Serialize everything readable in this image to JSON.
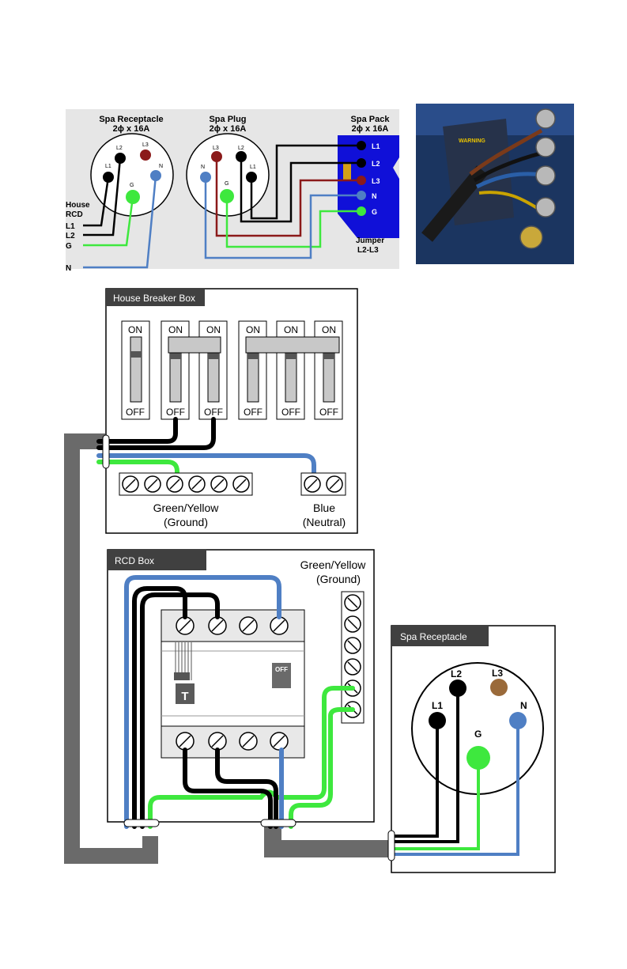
{
  "top_diagram": {
    "receptacle": {
      "title": "Spa Receptacle",
      "subtitle": "2ϕ x 16A",
      "pins": [
        "L1",
        "L2",
        "L3",
        "N",
        "G"
      ]
    },
    "plug": {
      "title": "Spa Plug",
      "subtitle": "2ϕ x 16A",
      "pins": [
        "L3",
        "L2",
        "L1",
        "N",
        "G"
      ]
    },
    "pack": {
      "title": "Spa Pack",
      "subtitle": "2ϕ x 16A",
      "terminals": [
        "L1",
        "L2",
        "L3",
        "N",
        "G"
      ]
    },
    "house_label_1": "House",
    "house_label_2": "RCD",
    "house_wires": [
      "L1",
      "L2",
      "G",
      "N"
    ],
    "jumper_label_1": "Jumper",
    "jumper_label_2": "L2-L3",
    "photo_warning": "WARNING"
  },
  "breaker_box": {
    "title": "House Breaker Box",
    "on_label": "ON",
    "off_label": "OFF",
    "ground_bar_label_1": "Green/Yellow",
    "ground_bar_label_2": "(Ground)",
    "neutral_bar_label_1": "Blue",
    "neutral_bar_label_2": "(Neutral)"
  },
  "rcd_box": {
    "title": "RCD Box",
    "ground_label_1": "Green/Yellow",
    "ground_label_2": "(Ground)",
    "test_label": "T",
    "switch_label": "OFF"
  },
  "spa_receptacle": {
    "title": "Spa Receptacle",
    "pins": {
      "l1": "L1",
      "l2": "L2",
      "l3": "L3",
      "n": "N",
      "g": "G"
    }
  },
  "colors": {
    "live": "#111111",
    "neutral": "#4f7fc4",
    "ground": "#3ee83e",
    "l3_red": "#8b1a1a",
    "l3_brown": "#9a6a3a",
    "pack_blue": "#1010d8",
    "conduit": "#6a6a6a"
  }
}
